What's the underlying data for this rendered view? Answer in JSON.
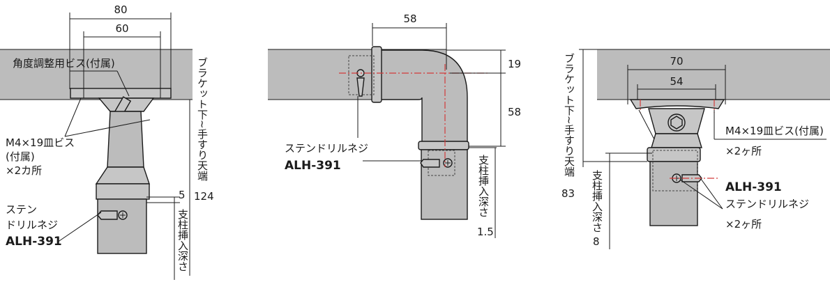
{
  "colors": {
    "rail": "#bcbcbc",
    "line": "#1a1a1a",
    "center_line": "#d23a3a"
  },
  "left": {
    "dim_80": "80",
    "dim_60": "60",
    "angle_screw_label": "角度調整用ビス(付属)",
    "m4_line1": "M4×19皿ビス",
    "m4_line2": "(付属)",
    "m4_line3": "×2カ所",
    "drill_line1": "ステン",
    "drill_line2": "ドリルネジ",
    "drill_model": "ALH-391",
    "dim_5": "5",
    "height_label": "ブラケット下~手すり天端",
    "height_value": "124",
    "insert_label": "支柱挿入深さ"
  },
  "middle": {
    "dim_58_top": "58",
    "dim_19": "19",
    "dim_58_side": "58",
    "drill_label": "ステンドリルネジ",
    "drill_model": "ALH-391",
    "insert_label": "支柱挿入深さ",
    "insert_value": "1.5"
  },
  "right": {
    "dim_70": "70",
    "dim_54": "54",
    "height_label": "ブラケット下~手すり天端",
    "height_value": "83",
    "m4_label": "M4×19皿ビス(付属)",
    "m4_count": "×2ヶ所",
    "drill_model": "ALH-391",
    "drill_label": "ステンドリルネジ",
    "drill_count": "×2ヶ所",
    "insert_label": "支柱挿入深さ",
    "insert_value": "8"
  }
}
